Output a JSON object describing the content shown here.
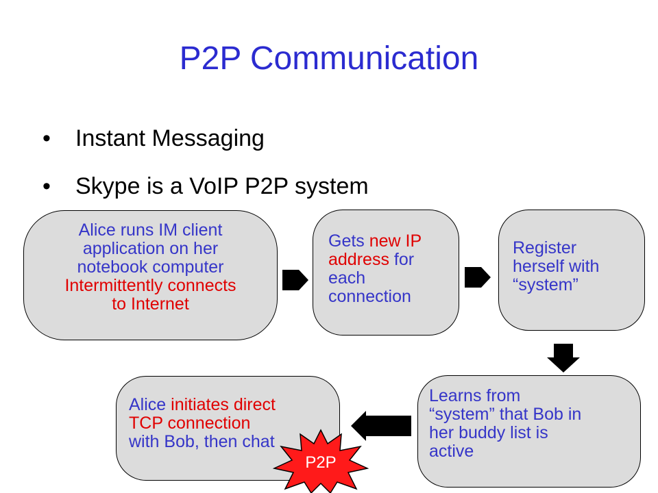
{
  "slide": {
    "title": "P2P Communication",
    "bullets": [
      "Instant Messaging",
      "Skype is a VoIP P2P system"
    ],
    "bullet_char": "•"
  },
  "boxes": {
    "b1": {
      "line1": "Alice runs IM client",
      "line2": "application on her",
      "line3": "notebook computer",
      "line4": "Intermittently connects",
      "line5": "to Internet"
    },
    "b2": {
      "w1": "Gets ",
      "w2": "new IP",
      "w3": "address",
      "w4": " for",
      "w5": "each",
      "w6": "connection"
    },
    "b3": {
      "line1": "Register",
      "line2": "herself with",
      "line3": "“system”"
    },
    "b4": {
      "line1": "Learns from",
      "line2": "“system” that Bob in",
      "line3": "her buddy list is",
      "line4": "active"
    },
    "b5": {
      "w1": "Alice ",
      "w2": "initiates direct",
      "w3": "TCP connection",
      "w4": "with Bob, then chat"
    }
  },
  "starburst": {
    "label": "P2P"
  },
  "colors": {
    "title": "#2b2bd0",
    "text": "#3535c8",
    "highlight": "#e00000",
    "box": "#dcdcdc",
    "burst": "#ff1a1a"
  }
}
